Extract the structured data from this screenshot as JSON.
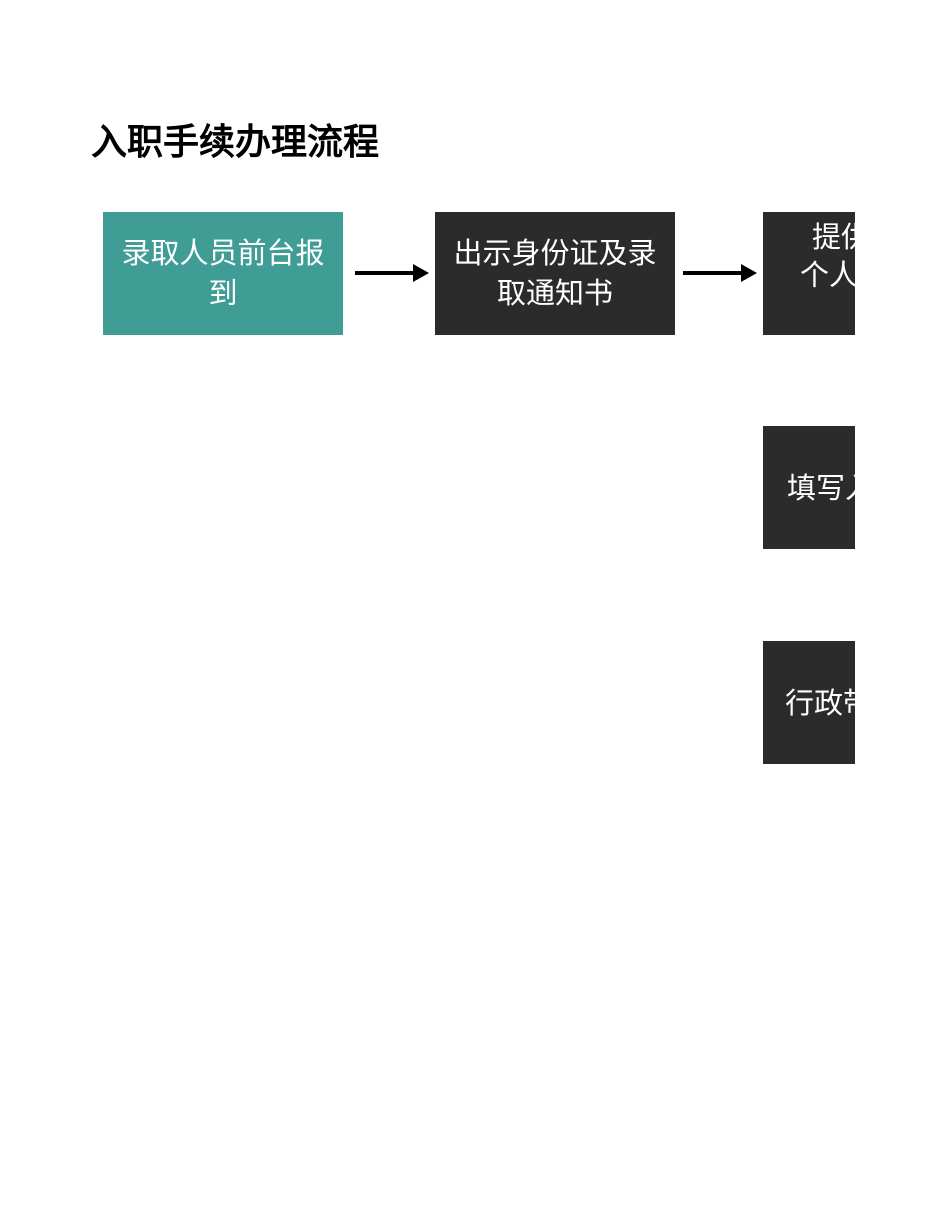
{
  "title": "入职手续办理流程",
  "colors": {
    "teal": "#3F9D96",
    "dark": "#2B2B2B",
    "arrow": "#000000",
    "box_text": "#FFFFFF",
    "title_text": "#000000",
    "page_background": "#FFFFFF"
  },
  "flowchart": {
    "steps": [
      {
        "id": "step-1",
        "style": "teal",
        "label": "录取人员前台报\n到"
      },
      {
        "id": "step-2",
        "style": "dark",
        "label": "出示身份证及录\n取通知书"
      },
      {
        "id": "step-3",
        "style": "dark",
        "clipped": true,
        "lines": [
          "提供",
          "个人"
        ]
      },
      {
        "id": "step-4",
        "style": "dark",
        "clipped": true,
        "lines": [
          "填写入"
        ]
      },
      {
        "id": "step-5",
        "style": "dark",
        "clipped": true,
        "lines": [
          "行政带"
        ]
      }
    ],
    "connectors": [
      {
        "from": "step-1",
        "to": "step-2",
        "direction": "right"
      },
      {
        "from": "step-2",
        "to": "step-3",
        "direction": "right"
      }
    ]
  }
}
